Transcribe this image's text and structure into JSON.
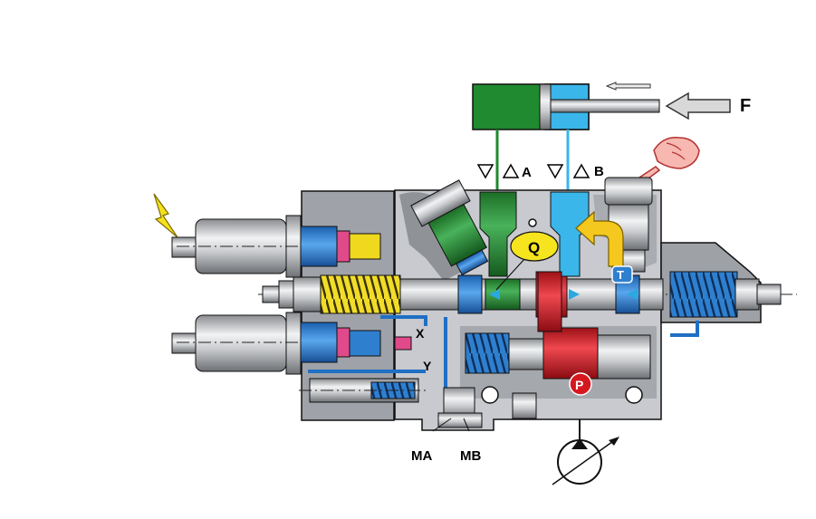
{
  "labels": {
    "force": "F",
    "port_a": "A",
    "port_b": "B",
    "flow_q": "Q",
    "pilot_x": "X",
    "pilot_y": "Y",
    "tank_t": "T",
    "pressure_p": "P",
    "gauge_ma": "MA",
    "gauge_mb": "MB"
  },
  "colors": {
    "port_a_flow": "#1e8a2e",
    "port_b_flow": "#2aa8e0",
    "pressure": "#e0202a",
    "pilot": "#f0d81e",
    "drain": "#1f6fc4",
    "signal": "#e04a8a",
    "body": "#c8c8cc",
    "steel": "#d8dadc"
  },
  "icons": [
    "lightning-icon",
    "hand-pointer-icon",
    "variable-pump-icon",
    "curved-arrow-icon"
  ]
}
